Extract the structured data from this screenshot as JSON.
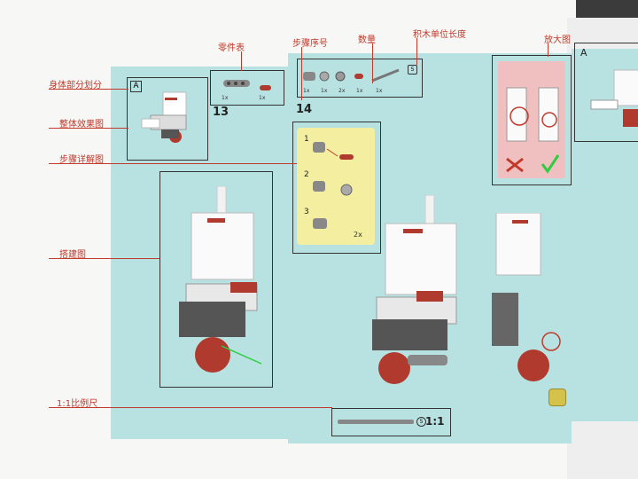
{
  "annotations": {
    "body_division": "身体部分划分",
    "overall_view": "整体效果图",
    "step_detail": "步骤详解图",
    "build_view": "搭建图",
    "scale": "1:1比例尺",
    "parts_list": "零件表",
    "step_number": "步骤序号",
    "quantity": "数量",
    "brick_unit_length": "积木单位长度",
    "zoom_view": "放大图"
  },
  "section_letter": "A",
  "right_section_letter": "A",
  "step_numbers": [
    "13",
    "14"
  ],
  "parts_13_qty": [
    "1x",
    "1x"
  ],
  "parts_14_qty": [
    "1x",
    "1x",
    "2x",
    "1x",
    "1x"
  ],
  "brick_unit_value": "5",
  "detail_steps": [
    {
      "n": "1"
    },
    {
      "n": "2"
    },
    {
      "n": "3",
      "qty": "2x"
    }
  ],
  "scale_ratio": "1:1",
  "scale_unit": "5",
  "colors": {
    "teal": "#b8e2e2",
    "annotation": "#c0392b",
    "yellow": "#f4eea0",
    "pink": "#f0c0c0"
  }
}
